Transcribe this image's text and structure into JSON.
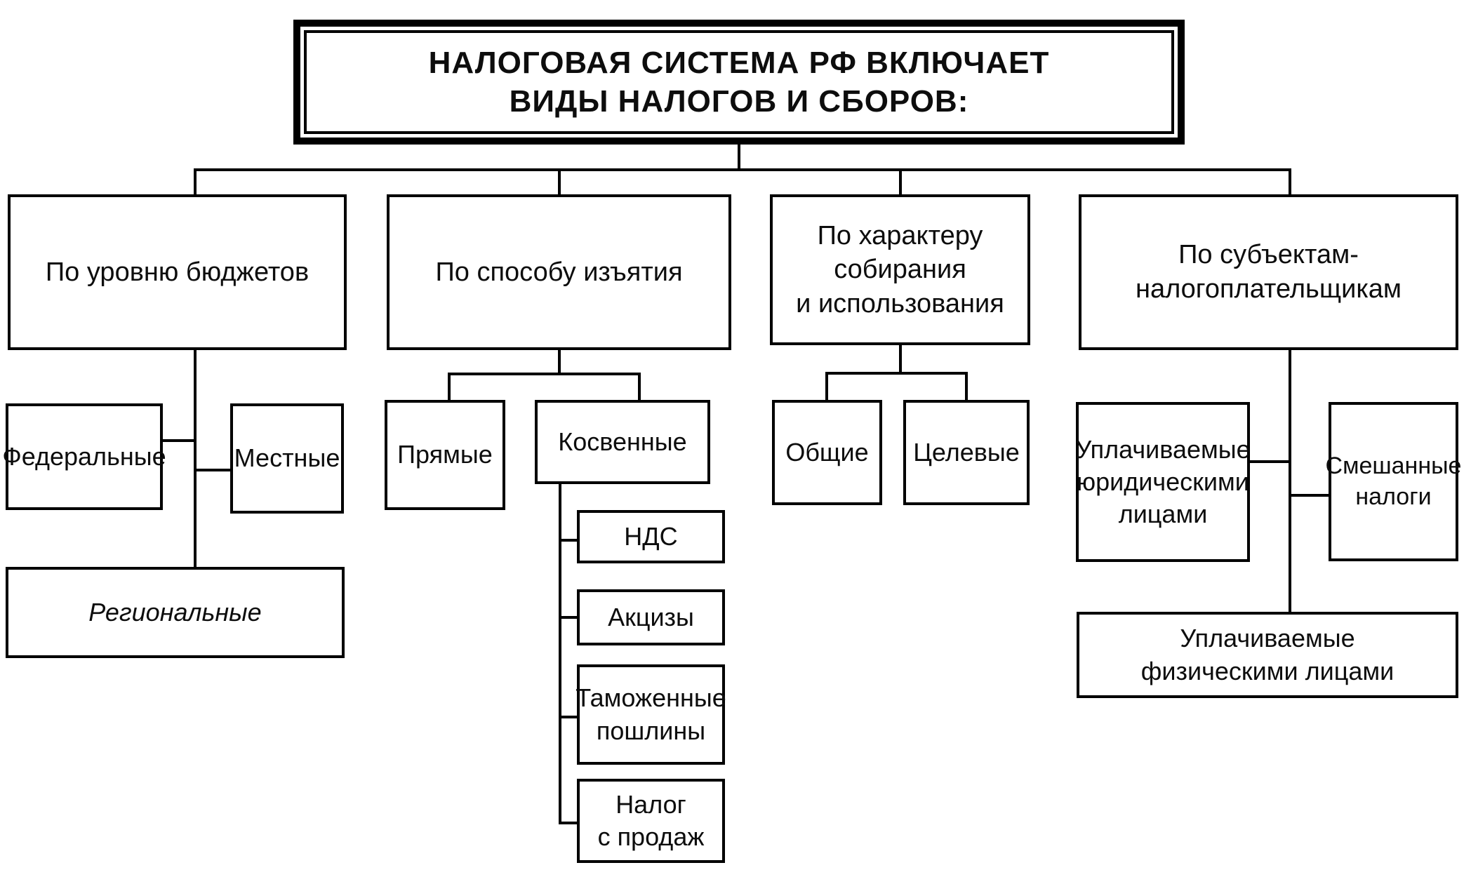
{
  "diagram": {
    "title": "НАЛОГОВАЯ СИСТЕМА РФ ВКЛЮЧАЕТ\nВИДЫ НАЛОГОВ И СБОРОВ:",
    "categories": {
      "budgets": {
        "label": "По уровню бюджетов",
        "children": {
          "federal": "Федеральные",
          "local": "Местные",
          "regional": "Региональные"
        }
      },
      "method": {
        "label": "По способу изъятия",
        "children": {
          "direct": "Прямые",
          "indirect": "Косвенные",
          "indirect_types": {
            "vat": "НДС",
            "excise": "Акцизы",
            "customs": "Таможенные\nпошлины",
            "sales": "Налог\nс продаж"
          }
        }
      },
      "collection": {
        "label": "По характеру\nсобирания\nи использования",
        "children": {
          "general": "Общие",
          "targeted": "Целевые"
        }
      },
      "subjects": {
        "label": "По субъектам-\nналогоплательщикам",
        "children": {
          "legal": "Уплачиваемые\nюридическими\nлицами",
          "mixed": "Смешанные\nналоги",
          "individuals": "Уплачиваемые\nфизическими лицами"
        }
      }
    },
    "colors": {
      "line": "#000000",
      "border": "#000000",
      "text": "#0d0d0d",
      "background": "#ffffff"
    }
  }
}
